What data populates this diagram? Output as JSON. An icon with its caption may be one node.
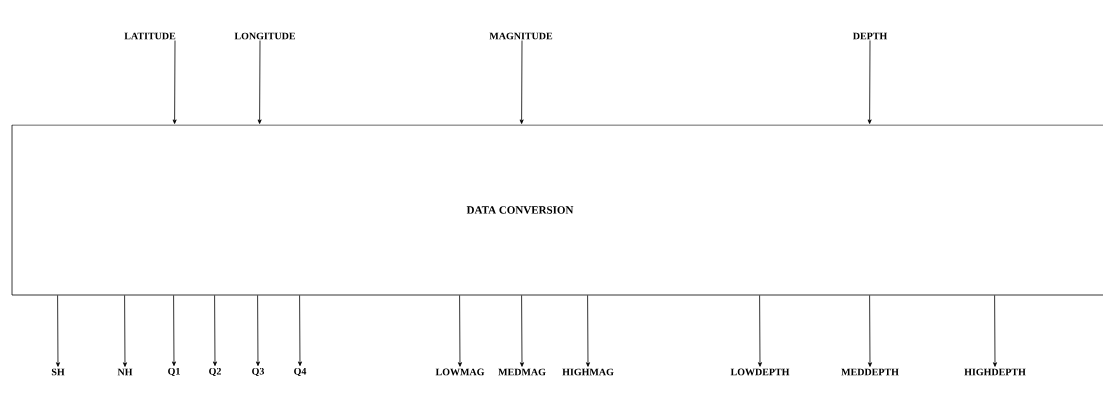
{
  "diagram": {
    "nodes": [
      {
        "text": [
          "LATITUDE"
        ]
      },
      {
        "text": [
          "LONGITUDE"
        ]
      },
      {
        "text": [
          "MAGNITUDE"
        ]
      },
      {
        "text": [
          "DEPTH"
        ]
      },
      {
        "text": [
          "DATA CONVERSION"
        ]
      },
      {
        "text": [
          "SH"
        ]
      },
      {
        "text": [
          "NH"
        ]
      },
      {
        "text": [
          "Q1"
        ]
      },
      {
        "text": [
          "Q2"
        ]
      },
      {
        "text": [
          "Q3"
        ]
      },
      {
        "text": [
          "Q4"
        ]
      },
      {
        "text": [
          "LOWMAG"
        ]
      },
      {
        "text": [
          "MEDMAG"
        ]
      },
      {
        "text": [
          "HIGHMAG"
        ]
      },
      {
        "text": [
          "LOWDEPTH"
        ]
      },
      {
        "text": [
          "MEDDEPTH"
        ]
      },
      {
        "text": [
          "HIGHDEPTH"
        ]
      }
    ],
    "edges": [
      {
        "from": 0,
        "to": 4,
        "arrow": "to"
      },
      {
        "from": 1,
        "to": 4,
        "arrow": "to"
      },
      {
        "from": 2,
        "to": 4,
        "arrow": "to"
      },
      {
        "from": 3,
        "to": 4,
        "arrow": "to"
      },
      {
        "from": 4,
        "to": 5,
        "arrow": "to"
      },
      {
        "from": 4,
        "to": 6,
        "arrow": "to"
      },
      {
        "from": 4,
        "to": 7,
        "arrow": "to"
      },
      {
        "from": 4,
        "to": 8,
        "arrow": "to"
      },
      {
        "from": 4,
        "to": 9,
        "arrow": "to"
      },
      {
        "from": 4,
        "to": 10,
        "arrow": "to"
      },
      {
        "from": 4,
        "to": 11,
        "arrow": "to"
      },
      {
        "from": 4,
        "to": 12,
        "arrow": "to"
      },
      {
        "from": 4,
        "to": 13,
        "arrow": "to"
      },
      {
        "from": 4,
        "to": 14,
        "arrow": "to"
      },
      {
        "from": 4,
        "to": 15,
        "arrow": "to"
      },
      {
        "from": 4,
        "to": 16,
        "arrow": "to"
      }
    ]
  }
}
